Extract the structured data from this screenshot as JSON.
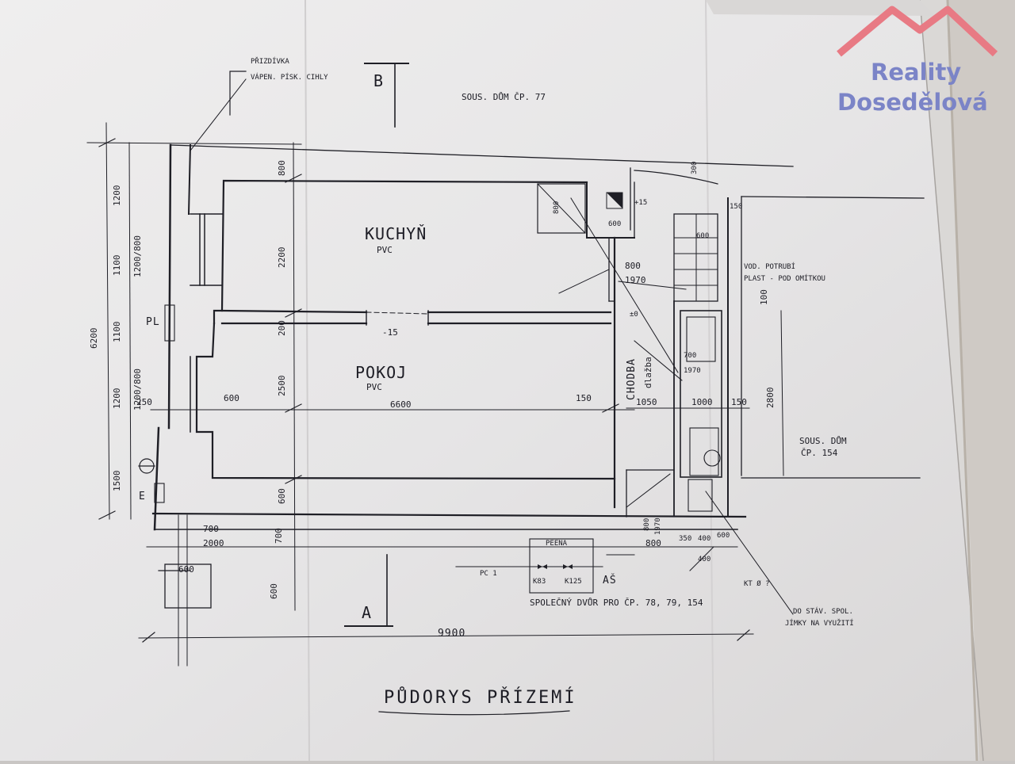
{
  "logo": {
    "line1": "Reality",
    "line2": "Dosedělová",
    "roof_color": "#e87a84",
    "text_color": "#7b84c7"
  },
  "title": "PŮDORYS PŘÍZEMÍ",
  "rooms": {
    "kitchen": "KUCHYŇ",
    "kitchen_floor": "PVC",
    "room": "POKOJ",
    "room_floor": "PVC",
    "corridor": "CHODBA",
    "corridor_floor": "dlažba"
  },
  "notes": {
    "neighbor_top": "SOUS. DŮM ČP. 77",
    "neighbor_right": "SOUS. DŮM",
    "neighbor_right_no": "ČP. 154",
    "wall_note_1": "PŘIZDÍVKA",
    "wall_note_2": "VÁPEN. PÍSK. CIHLY",
    "water_1": "VOD. POTRUBÍ",
    "water_2": "PLAST - POD OMÍTKOU",
    "courtyard": "SPOLEČNÝ DVŮR PRO ČP. 78, 79, 154",
    "sewer_1": "DO STÁV. SPOL.",
    "sewer_2": "JÍMKY NA VYUŽITÍ",
    "trench": "PEENA",
    "pipe_1": "K83",
    "pipe_2": "K125",
    "as": "AŠ",
    "kt": "KT Ø ?",
    "pc": "PC 1",
    "pl": "PL",
    "e": "E"
  },
  "sections": {
    "a": "A",
    "b": "B"
  },
  "dimensions": {
    "total_width": "9900",
    "inner_width": "6600",
    "total_height": "6200",
    "left_chain": [
      "1200",
      "1100",
      "1100",
      "1200",
      "1500"
    ],
    "window_1": "1200/800",
    "window_2": "1200/800",
    "v_800_top": "800",
    "v_2200": "2200",
    "v_200": "200",
    "v_2500": "2500",
    "v_600": "600",
    "v_700": "700",
    "v_600b": "600",
    "v_2800": "2800",
    "v_100": "100",
    "h_250": "250",
    "h_600": "600",
    "h_150a": "150",
    "h_1050": "1050",
    "h_1000": "1000",
    "h_150b": "150",
    "door_1": "800",
    "door_1h": "1970",
    "door_2": "700",
    "door_2h": "1970",
    "door_3": "800",
    "door_3h": "1970",
    "h_700": "700",
    "h_2000": "2000",
    "h_600_box": "600",
    "h_800": "800",
    "h_350": "350",
    "h_400": "400",
    "h_600c": "600",
    "h_400b": "400",
    "level_kitchen": "-15",
    "level_stair": "+15",
    "level_zero": "±0",
    "h_600_stair": "600",
    "v_300": "300",
    "v_150c": "150",
    "v_800d": "800",
    "h_600d": "600"
  }
}
